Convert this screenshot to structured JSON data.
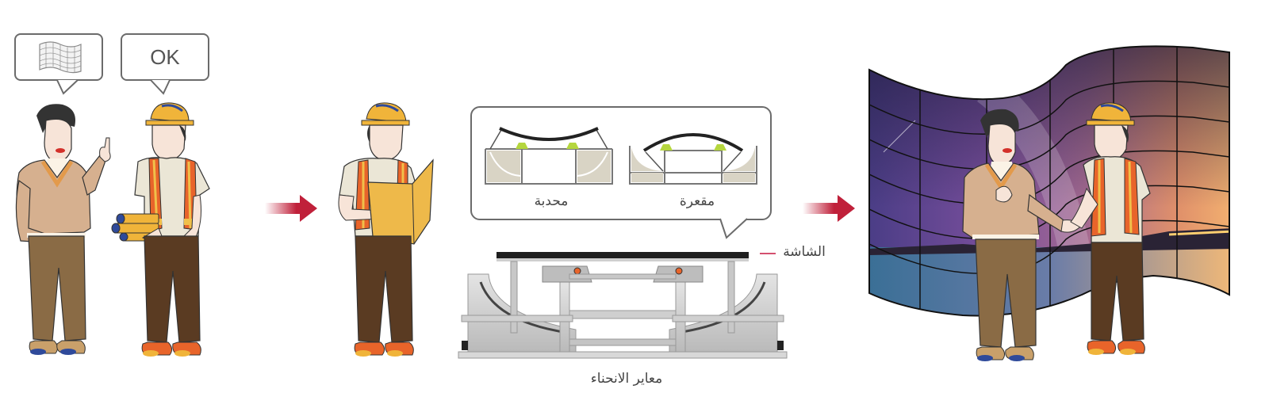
{
  "diagram": {
    "steps": [
      {
        "id": "consultation",
        "bubbles": [
          {
            "type": "icon",
            "icon": "curved-display-grid-icon"
          },
          {
            "type": "text",
            "text": "OK"
          }
        ],
        "figures": [
          "client",
          "engineer-with-blueprints"
        ]
      },
      {
        "id": "design",
        "figures": [
          "engineer-reading-plan"
        ],
        "callout": {
          "options": [
            {
              "label": "محدبة",
              "shape": "convex"
            },
            {
              "label": "مقعرة",
              "shape": "concave"
            }
          ]
        },
        "device": {
          "screen_label": "الشاشة",
          "caption": "معاير الانحناء"
        }
      },
      {
        "id": "installation-complete",
        "figures": [
          "client-handshake",
          "engineer-handshake"
        ],
        "display": "curved-video-wall"
      }
    ],
    "arrows": [
      "step1-to-step2",
      "step2-to-step3"
    ],
    "colors": {
      "arrow": "#c0203a",
      "bubble_border": "#6b6b6b",
      "screen_marker": "#d4506f",
      "frame_fill": "#d9d4c5",
      "mount_green": "#b5d63e",
      "helmet": "#f0b43a",
      "vest": "#e8642a",
      "sweater": "#d6b08f",
      "pants_client": "#8a6b45",
      "pants_engineer": "#5a3b22"
    }
  }
}
